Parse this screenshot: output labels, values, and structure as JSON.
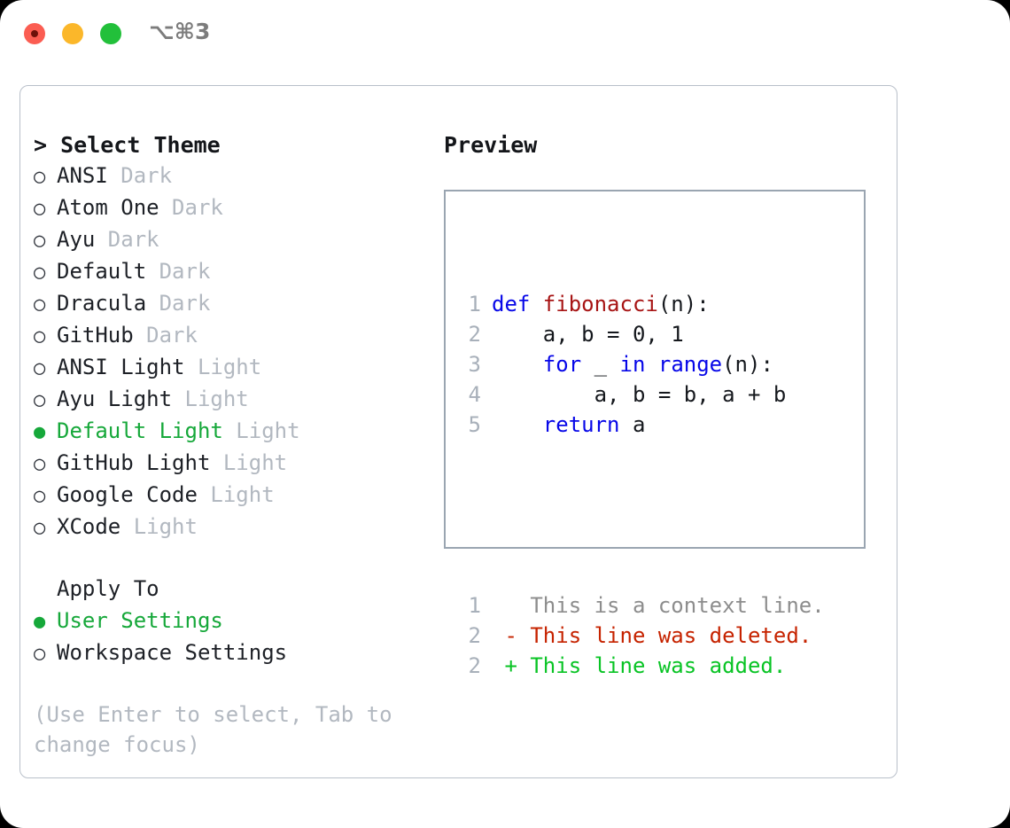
{
  "titlebar": {
    "lights": [
      {
        "name": "close",
        "color": "#fb5d52"
      },
      {
        "name": "minimize",
        "color": "#fbb72a"
      },
      {
        "name": "maximize",
        "color": "#22c03a"
      }
    ],
    "shortcut": "⌥⌘3"
  },
  "theme_picker": {
    "header": "> Select Theme",
    "items": [
      {
        "marker": "○",
        "label": "ANSI",
        "suffix": "Dark",
        "selected": false
      },
      {
        "marker": "○",
        "label": "Atom One",
        "suffix": "Dark",
        "selected": false
      },
      {
        "marker": "○",
        "label": "Ayu",
        "suffix": "Dark",
        "selected": false
      },
      {
        "marker": "○",
        "label": "Default",
        "suffix": "Dark",
        "selected": false
      },
      {
        "marker": "○",
        "label": "Dracula",
        "suffix": "Dark",
        "selected": false
      },
      {
        "marker": "○",
        "label": "GitHub",
        "suffix": "Dark",
        "selected": false
      },
      {
        "marker": "○",
        "label": "ANSI Light",
        "suffix": "Light",
        "selected": false
      },
      {
        "marker": "○",
        "label": "Ayu Light",
        "suffix": "Light",
        "selected": false
      },
      {
        "marker": "●",
        "label": "Default Light",
        "suffix": "Light",
        "selected": true
      },
      {
        "marker": "○",
        "label": "GitHub Light",
        "suffix": "Light",
        "selected": false
      },
      {
        "marker": "○",
        "label": "Google Code",
        "suffix": "Light",
        "selected": false
      },
      {
        "marker": "○",
        "label": "XCode",
        "suffix": "Light",
        "selected": false
      }
    ]
  },
  "apply_to": {
    "header": "Apply To",
    "items": [
      {
        "marker": "●",
        "label": "User Settings",
        "selected": true
      },
      {
        "marker": "○",
        "label": "Workspace Settings",
        "selected": false
      }
    ]
  },
  "hint": "(Use Enter to select, Tab to change focus)",
  "preview": {
    "title": "Preview",
    "code_lines": [
      {
        "no": "1",
        "tokens": [
          {
            "t": "def ",
            "c": "kw"
          },
          {
            "t": "fibonacci",
            "c": "fn"
          },
          {
            "t": "(n):",
            "c": "pln"
          }
        ]
      },
      {
        "no": "2",
        "tokens": [
          {
            "t": "    a, b = 0, 1",
            "c": "pln"
          }
        ]
      },
      {
        "no": "3",
        "tokens": [
          {
            "t": "    ",
            "c": "pln"
          },
          {
            "t": "for",
            "c": "kw"
          },
          {
            "t": " _ ",
            "c": "pln"
          },
          {
            "t": "in range",
            "c": "kw"
          },
          {
            "t": "(n):",
            "c": "pln"
          }
        ]
      },
      {
        "no": "4",
        "tokens": [
          {
            "t": "        a, b = b, a + b",
            "c": "pln"
          }
        ]
      },
      {
        "no": "5",
        "tokens": [
          {
            "t": "    ",
            "c": "pln"
          },
          {
            "t": "return",
            "c": "kw"
          },
          {
            "t": " a",
            "c": "pln"
          }
        ]
      }
    ],
    "diff_lines": [
      {
        "no": "1",
        "tokens": [
          {
            "t": "   This is a context line.",
            "c": "ctx"
          }
        ]
      },
      {
        "no": "2",
        "tokens": [
          {
            "t": " - This line was deleted.",
            "c": "del"
          }
        ]
      },
      {
        "no": "2",
        "tokens": [
          {
            "t": " + This line was added.",
            "c": "add"
          }
        ]
      }
    ]
  },
  "colors": {
    "selected_green": "#16a83a",
    "muted_gray": "#b2b8c0",
    "keyword_blue": "#0707e8",
    "function_red": "#a71414",
    "diff_deleted": "#c62300",
    "diff_added": "#09c425",
    "panel_border": "#b9c0ca",
    "preview_border": "#9aa5b1"
  }
}
